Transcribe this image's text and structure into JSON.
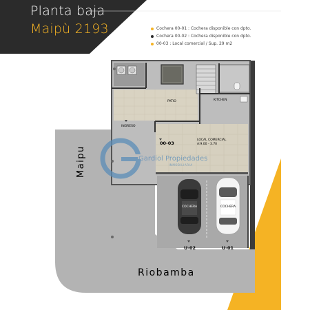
{
  "header": {
    "title_line1": "Planta baja",
    "title_line2": "Maipù 2193"
  },
  "legend": [
    {
      "text": "Cochera 00-01 : Cochera disponible con dpto.",
      "color": "#f5b324"
    },
    {
      "text": "Cochera 00-02 : Cochera disponible con dpto.",
      "color": "#2b2b2b"
    },
    {
      "text": "00-03 : Local comercial / Sup. 29 m2",
      "color": "#f5b324"
    }
  ],
  "plan": {
    "streets": {
      "left": "Maipu",
      "bottom": "Riobamba"
    },
    "rooms": {
      "patio": "PATIO",
      "kitchen": "KITCHEN",
      "entrance": "INGRESO",
      "local_label": "LOCAL COMERCIAL",
      "local_area": "A:9.00 - 3.70",
      "unit_local": "00-03",
      "garage_1": "COCHERA",
      "garage_2": "COCHERA",
      "unit_u02": "U-02",
      "unit_u01": "U-01"
    }
  },
  "watermark": {
    "letter": "G",
    "name": "Gardiol Propiedades",
    "subtitle": "INMOBILIARIA"
  },
  "colors": {
    "accent": "#f5b324",
    "dark": "#2b2b2b",
    "street_gray": "#b3b3b3",
    "floor_gray": "#bdbdbd",
    "watermark_blue": "#5b8db8"
  }
}
